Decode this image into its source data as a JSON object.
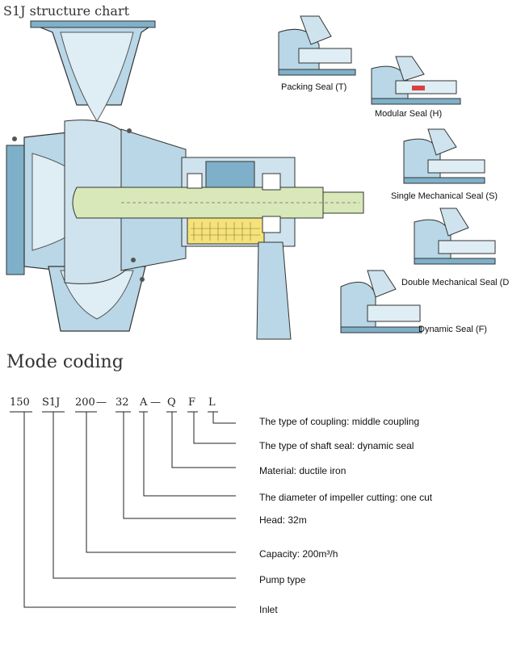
{
  "structure_chart": {
    "title": "S1J structure chart",
    "seals": [
      {
        "label": "Packing Seal (T)"
      },
      {
        "label": "Modular Seal (H)"
      },
      {
        "label": "Single Mechanical Seal (S)"
      },
      {
        "label": "Double Mechanical Seal (D"
      },
      {
        "label": "Dynamic Seal (F)"
      }
    ]
  },
  "mode_coding": {
    "title": "Mode coding",
    "codes": [
      "150",
      "S1J",
      "200",
      "32",
      "A",
      "Q",
      "F",
      "L"
    ],
    "separators": [
      "—",
      "—"
    ],
    "descriptions": [
      {
        "code_index": 7,
        "text": "The type of coupling: middle coupling"
      },
      {
        "code_index": 6,
        "text": "The type of shaft seal: dynamic seal"
      },
      {
        "code_index": 5,
        "text": "Material: ductile iron"
      },
      {
        "code_index": 4,
        "text": "The diameter of impeller cutting: one cut"
      },
      {
        "code_index": 3,
        "text": "Head: 32m"
      },
      {
        "code_index": 2,
        "text": "Capacity: 200m³/h"
      },
      {
        "code_index": 1,
        "text": "Pump type"
      },
      {
        "code_index": 0,
        "text": "Inlet"
      }
    ]
  },
  "colors": {
    "casing": "#b9d7e6",
    "casing_dark": "#7fb0c9",
    "shaft": "#d8e8b8",
    "bearing_yellow": "#f4e27a",
    "seal_red": "#d94040"
  }
}
